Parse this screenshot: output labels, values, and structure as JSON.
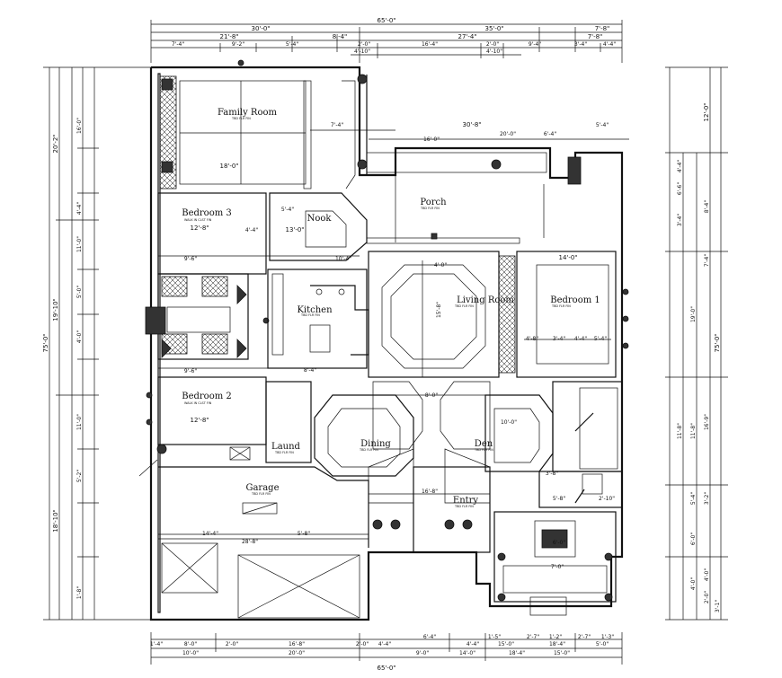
{
  "rooms": {
    "family_room": {
      "name": "Family Room",
      "sub": "TBD FLR FIN",
      "dim": "18'-0\""
    },
    "bedroom3": {
      "name": "Bedroom 3",
      "sub": "WALK IN CLST FIN",
      "dim": "12'-8\""
    },
    "nook": {
      "name": "Nook",
      "dim": "13'-0\""
    },
    "porch": {
      "name": "Porch",
      "sub": "TBD FLR FIN"
    },
    "kitchen": {
      "name": "Kitchen",
      "sub": "TBD FLR FIN"
    },
    "living_room": {
      "name": "Living Room",
      "sub": "TBD FLR FIN"
    },
    "bedroom1": {
      "name": "Bedroom 1",
      "sub": "TBD FLR FIN",
      "dim": "14'-0\""
    },
    "bedroom2": {
      "name": "Bedroom 2",
      "sub": "WALK IN CLST FIN",
      "dim": "12'-8\""
    },
    "laundry": {
      "name": "Laund",
      "sub": "TBD FLR FIN"
    },
    "dining": {
      "name": "Dining",
      "sub": "TBD FLR FIN"
    },
    "den": {
      "name": "Den",
      "sub": "TBD FLR FIN"
    },
    "entry": {
      "name": "Entry",
      "sub": "TBD FLR FIN"
    },
    "garage": {
      "name": "Garage",
      "sub": "TBD FLR FIN"
    }
  },
  "dims_top": {
    "overall": "65'-0\"",
    "row2": [
      "30'-0\"",
      "35'-0\"",
      "7'-8\""
    ],
    "row3": [
      "21'-8\"",
      "8'-4\"",
      "27'-4\"",
      "7'-8\""
    ],
    "row4": [
      "7'-4\"",
      "9'-2\"",
      "5'-4\"",
      "2'-0\"",
      "16'-4\"",
      "2'-0\"",
      "9'-4\"",
      "3'-4\"",
      "4'-4\""
    ],
    "row5": [
      "4'-10\"",
      "4'-10\""
    ]
  },
  "dims_bottom": {
    "overall": "65'-0\"",
    "row1": [
      "1'-4\"",
      "8'-0\"",
      "2'-0\"",
      "16'-8\"",
      "2'-0\"",
      "4'-4\"",
      "6'-4\"",
      "4'-4\"",
      "1'-5\"",
      "2'-7\"",
      "1'-2\"",
      "2'-7\"",
      "1'-3\""
    ],
    "row2": [
      "10'-0\"",
      "20'-0\"",
      "9'-0\"",
      "15'-0\"",
      "18'-4\"",
      "5'-0\""
    ],
    "row3": [
      "14'-0\"",
      "18'-4\"",
      "15'-0\""
    ]
  },
  "dims_left": {
    "overall": "75'-0\"",
    "mid": [
      "20'-2\"",
      "19'-10\"",
      "18'-10\""
    ],
    "inner": [
      "16'-0\"",
      "4'-4\"",
      "11'-0\"",
      "5'-0\"",
      "4'-0\"",
      "11'-0\"",
      "5'-2\"",
      "1'-8\""
    ]
  },
  "dims_right": {
    "overall": "75'-0\"",
    "mid": [
      "12'-0\"",
      "8'-4\"",
      "7'-4\"",
      "19'-0\"",
      "16'-9\"",
      "11'-8\"",
      "6'-0\"",
      "5'-4\"",
      "4'-0\""
    ],
    "inner": [
      "4'-4\"",
      "6'-6\"",
      "3'-4\"",
      "11'-8\"",
      "3'-2\"",
      "4'-0\"",
      "2'-0\"",
      "3'-1\""
    ]
  },
  "dims_interior": {
    "a": "30'-8\"",
    "b": "20'-0\"",
    "c": "16'-0\"",
    "d": "7'-4\"",
    "e": "5'-4\"",
    "f": "6'-4\"",
    "g": "4'-0\"",
    "h": "9'-6\"",
    "i": "9'-6\"",
    "j": "10'-4\"",
    "k": "8'-0\"",
    "l": "10'-0\"",
    "m": "14'-4\"",
    "n": "28'-8\"",
    "o": "5'-8\"",
    "p": "16'-8\"",
    "q": "6'-0\"",
    "r": "7'-0\"",
    "s": "8'-4\"",
    "t": "15'-8\"",
    "u": "4'-8\"",
    "v": "3'-4\"",
    "w": "4'-4\"",
    "x": "5'-4\"",
    "y": "5'-8\"",
    "z": "2'-10\"",
    "aa": "3'-8\"",
    "ab": "5'-4\"",
    "ac": "4'-4\""
  }
}
